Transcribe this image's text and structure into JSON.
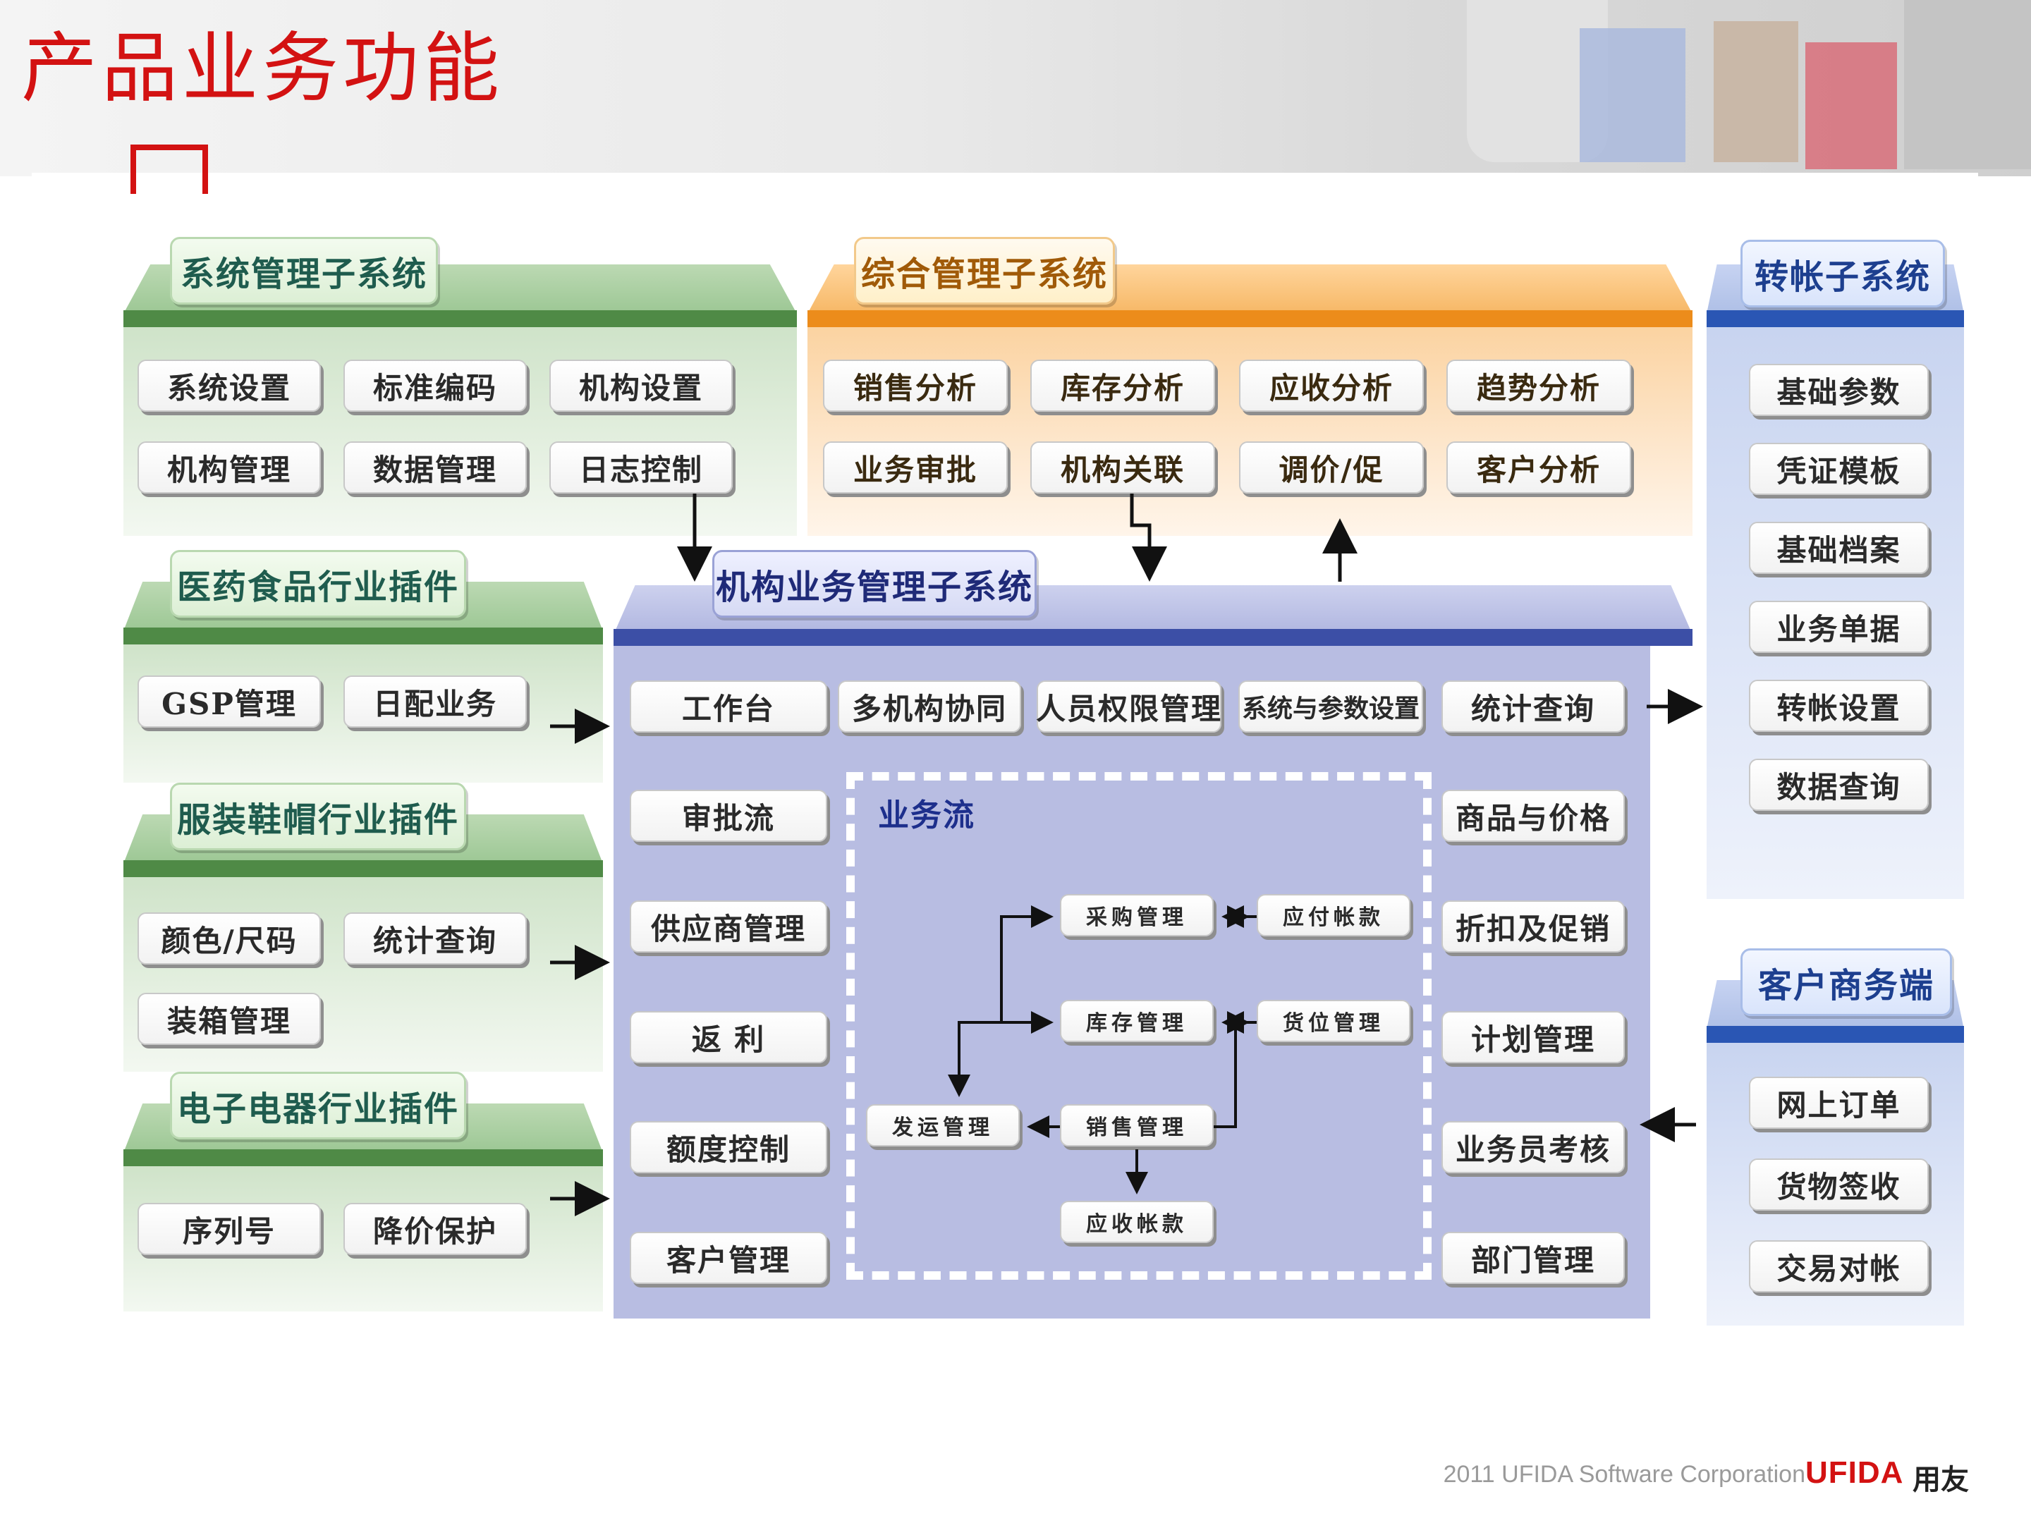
{
  "title": "产品业务功能",
  "panels": {
    "system": {
      "title": "系统管理子系统",
      "items": [
        "系统设置",
        "标准编码",
        "机构设置",
        "机构管理",
        "数据管理",
        "日志控制"
      ]
    },
    "integrated": {
      "title": "综合管理子系统",
      "items": [
        "销售分析",
        "库存分析",
        "应收分析",
        "趋势分析",
        "业务审批",
        "机构关联",
        "调价/促",
        "客户分析"
      ]
    },
    "transfer": {
      "title": "转帐子系统",
      "items": [
        "基础参数",
        "凭证模板",
        "基础档案",
        "业务单据",
        "转帐设置",
        "数据查询"
      ]
    },
    "medicine": {
      "title": "医药食品行业插件",
      "items": [
        "GSP管理",
        "日配业务"
      ]
    },
    "apparel": {
      "title": "服装鞋帽行业插件",
      "items": [
        "颜色/尺码",
        "统计查询",
        "装箱管理"
      ]
    },
    "electronics": {
      "title": "电子电器行业插件",
      "items": [
        "序列号",
        "降价保护"
      ]
    },
    "client": {
      "title": "客户商务端",
      "items": [
        "网上订单",
        "货物签收",
        "交易对帐"
      ]
    },
    "org": {
      "title": "机构业务管理子系统",
      "top": [
        "工作台",
        "多机构协同",
        "人员权限管理",
        "系统与参数设置",
        "统计查询"
      ],
      "left": [
        "审批流",
        "供应商管理",
        "返  利",
        "额度控制",
        "客户管理"
      ],
      "right": [
        "商品与价格",
        "折扣及促销",
        "计划管理",
        "业务员考核",
        "部门管理"
      ],
      "flow": {
        "label": "业务流",
        "nodes": {
          "purchase": "采购管理",
          "payable": "应付帐款",
          "stock": "库存管理",
          "location": "货位管理",
          "shipping": "发运管理",
          "sales": "销售管理",
          "receivable": "应收帐款"
        }
      }
    }
  },
  "footer": {
    "copyright": "2011 UFIDA Software Corporation",
    "logo": "UFIDA",
    "logo_cn": "用友"
  },
  "colors": {
    "title": "#d31212",
    "green": "#4f8a46",
    "orange": "#ec8c1b",
    "blue": "#2a56b4",
    "purple": "#3c4fa6"
  }
}
